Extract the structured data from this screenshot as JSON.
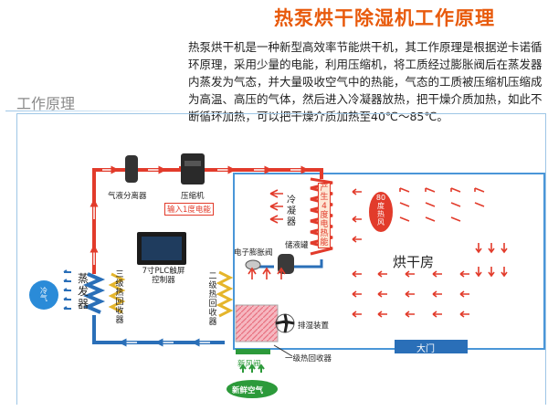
{
  "title": "热泵烘干除湿机工作原理",
  "intro": "热泵烘干机是一种新型高效率节能烘干机，其工作原理是根据逆卡诺循环原理，采用少量的电能，利用压缩机，将工质经过膨胀阀后在蒸发器内蒸发为气态，并大量吸收空气中的热能，气态的工质被压缩机压缩成为高温、高压的气体，然后进入冷凝器放热，把干燥介质加热，如此不断循环加热，可以把干燥介质加热至40℃～85℃。",
  "section_label": "工作原理",
  "diagram": {
    "gas_liquid_separator": "气液分离器",
    "compressor": "压缩机",
    "input_power": "输入1度电能",
    "condenser": "冷凝器",
    "produce_heat": "产生4度电热能",
    "plc": "7寸PLC触屏控制器",
    "expansion_valve": "电子膨胀阀",
    "liquid_tank": "储液罐",
    "evaporator": "蒸发器",
    "tertiary_recovery": "三级热回收器",
    "secondary_recovery": "二级热回收器",
    "cold_air": "冷气",
    "dehumid_device": "排湿装置",
    "primary_recovery": "一级热回收器",
    "fresh_air_valve": "新风阀",
    "fresh_air": "新鲜空气",
    "dry_room": "烘干房",
    "hot_air": "80度热风",
    "gate": "大门"
  },
  "colors": {
    "title": "#e85a0c",
    "pipe_red": "#e23b2b",
    "pipe_blue": "#2a6fb8",
    "room_border": "#4a96d8",
    "green": "#2c9a3a",
    "coil_yellow": "#e5b52b"
  }
}
